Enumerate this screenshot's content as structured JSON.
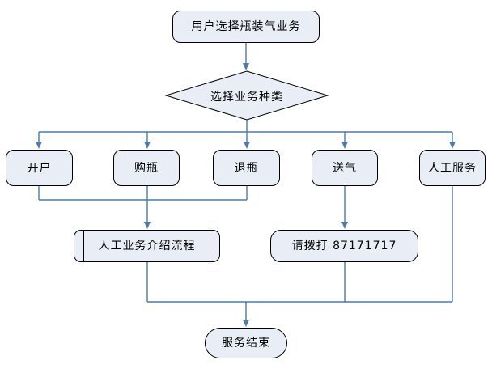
{
  "colors": {
    "node_fill": "#e9edf6",
    "node_border": "#000000",
    "connector": "#4e79a8",
    "text": "#000000"
  },
  "nodes": {
    "start": {
      "label": "用户选择瓶装气业务"
    },
    "decision": {
      "label": "选择业务种类"
    },
    "open_account": {
      "label": "开户"
    },
    "buy_bottle": {
      "label": "购瓶"
    },
    "return_bottle": {
      "label": "退瓶"
    },
    "gas_delivery": {
      "label": "送气"
    },
    "manual_service": {
      "label": "人工服务"
    },
    "manual_intro": {
      "label": "人工业务介绍流程"
    },
    "call_number": {
      "label": "请拨打 87171717"
    },
    "end": {
      "label": "服务结束"
    }
  }
}
